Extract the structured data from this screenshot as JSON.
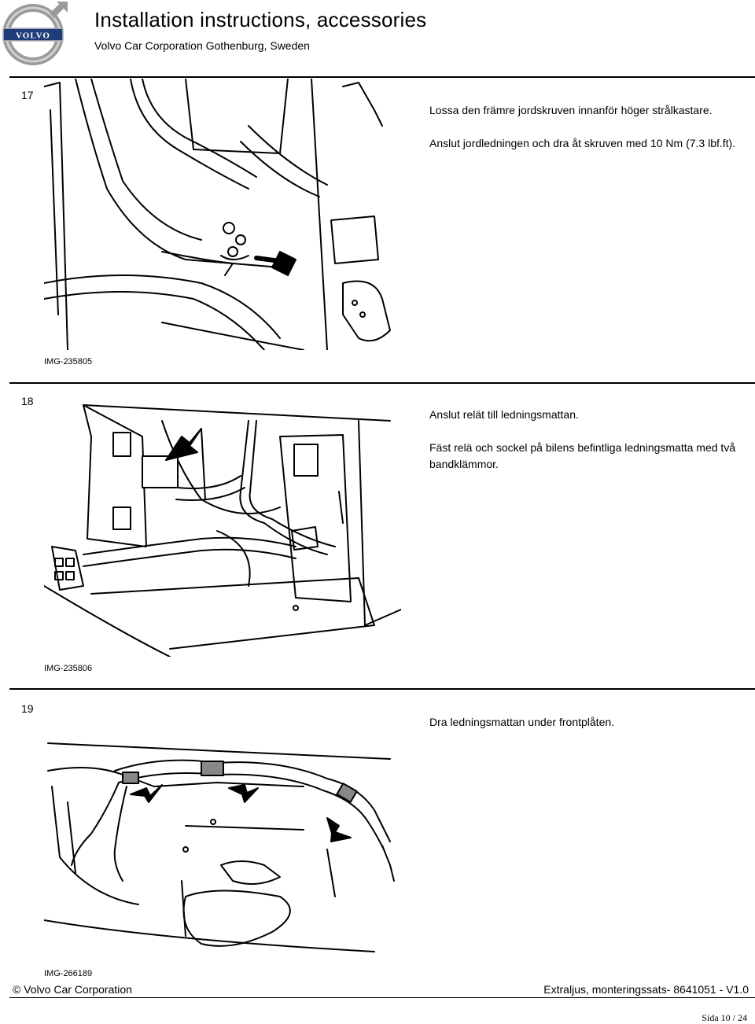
{
  "header": {
    "title": "Installation instructions, accessories",
    "subtitle": "Volvo Car Corporation Gothenburg, Sweden",
    "logo_text": "VOLVO"
  },
  "steps": [
    {
      "number": "17",
      "paragraphs": [
        "Lossa den främre jordskruven innanför höger strålkastare.",
        "Anslut jordledningen och dra åt skruven med 10 Nm (7.3 lbf.ft)."
      ],
      "image_id": "IMG-235805"
    },
    {
      "number": "18",
      "paragraphs": [
        "Anslut relät till ledningsmattan.",
        "Fäst relä och sockel på bilens befintliga ledningsmatta med två bandklämmor."
      ],
      "image_id": "IMG-235806"
    },
    {
      "number": "19",
      "paragraphs": [
        "Dra ledningsmattan under frontplåten."
      ],
      "image_id": "IMG-266189"
    }
  ],
  "footer": {
    "left": "© Volvo Car Corporation",
    "right": "Extraljus, monteringssats- 8641051 - V1.0",
    "page": "Sida 10 / 24"
  }
}
